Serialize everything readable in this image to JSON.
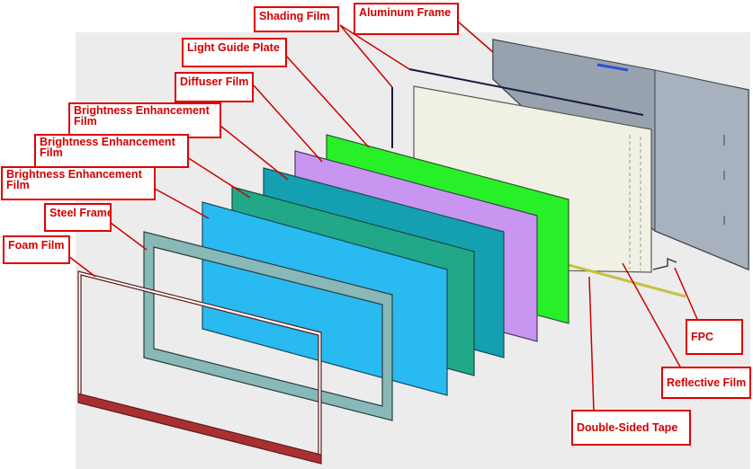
{
  "labels": {
    "shading_film": "Shading Film",
    "aluminum_frame": "Aluminum Frame",
    "light_guide_plate": "Light Guide Plate",
    "diffuser_film": "Diffuser Film",
    "brightness_enhancement_film": "Brightness Enhancement Film",
    "steel_frame": "Steel Frame",
    "foam_film": "Foam Film",
    "fpc": "FPC",
    "reflective_film": "Reflective Film",
    "double_sided_tape": "Double-Sided Tape"
  },
  "colors": {
    "label_border": "#e00000",
    "label_text": "#d40000",
    "leader_line": "#cc0000",
    "background_panel": "#ececec",
    "aluminum_frame": "#a3adb8",
    "reflective_film": "#f0f0e4",
    "light_guide_plate": "#28f028",
    "diffuser_film": "#c896f0",
    "brightness_film_3": "#14a0b0",
    "brightness_film_2": "#20a888",
    "brightness_film_1": "#28baf0",
    "steel_frame": "#88b8b8",
    "foam_film": "#a83030"
  }
}
